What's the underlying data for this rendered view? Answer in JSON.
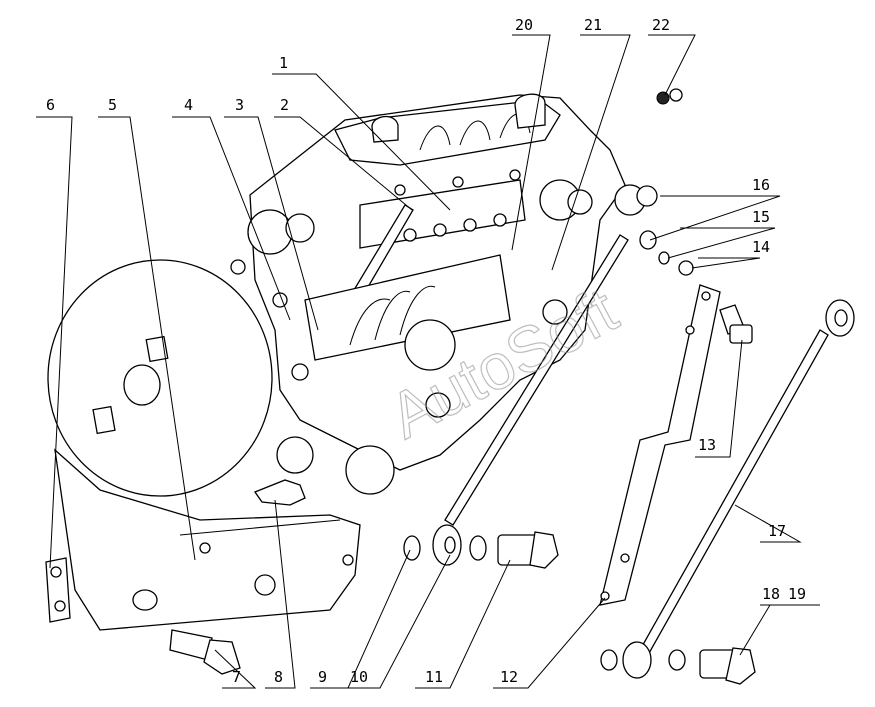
{
  "callouts": {
    "c1": "1",
    "c2": "2",
    "c3": "3",
    "c4": "4",
    "c5": "5",
    "c6": "6",
    "c7": "7",
    "c8": "8",
    "c9": "9",
    "c10": "10",
    "c11": "11",
    "c12": "12",
    "c13": "13",
    "c14": "14",
    "c15": "15",
    "c16": "16",
    "c17": "17",
    "c18": "18",
    "c19": "19",
    "c20": "20",
    "c21": "21",
    "c22": "22"
  },
  "watermark_text": "AutoSoft",
  "colors": {
    "line": "#000000",
    "background": "#ffffff",
    "watermark": "#888888"
  }
}
